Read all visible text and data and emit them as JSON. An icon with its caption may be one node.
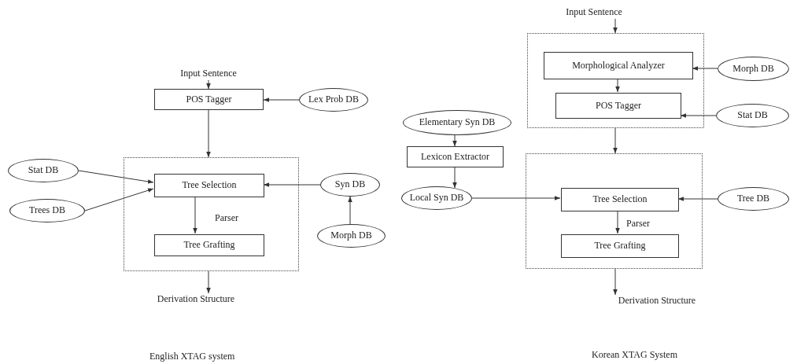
{
  "diagram": {
    "nodes": [
      {
        "text": [
          "Input Sentence"
        ]
      },
      {
        "text": [
          "POS Tagger"
        ]
      },
      {
        "text": [
          "Lex Prob DB"
        ]
      },
      {
        "text": [
          "Stat DB"
        ]
      },
      {
        "text": [
          "Parser"
        ]
      },
      {
        "text": [
          "Tree Selection"
        ],
        "in": 4
      },
      {
        "text": [
          "Syn DB"
        ]
      },
      {
        "text": [
          "Trees DB"
        ]
      },
      {
        "text": [
          "Morph DB"
        ]
      },
      {
        "text": [
          "Tree Grafting"
        ],
        "in": 4
      },
      {
        "text": [
          "Derivation Structure"
        ]
      },
      {
        "text": [
          "Input Sentence"
        ]
      },
      {
        "text": [],
        "shape": "box"
      },
      {
        "text": [
          "Morphological Analyzer"
        ],
        "in": 12
      },
      {
        "text": [
          "Morph DB"
        ]
      },
      {
        "text": [
          "Elementary Syn DB"
        ]
      },
      {
        "text": [
          "POS Tagger"
        ],
        "in": 12
      },
      {
        "text": [
          "Stat DB"
        ]
      },
      {
        "text": [
          "Lexicon Extractor"
        ]
      },
      {
        "text": [
          "Local Syn DB"
        ]
      },
      {
        "text": [
          "Parser"
        ]
      },
      {
        "text": [
          "Tree Selection"
        ],
        "in": 20
      },
      {
        "text": [
          "Tree DB"
        ]
      },
      {
        "text": [
          "Tree Grafting"
        ],
        "in": 20
      },
      {
        "text": [
          "Derivation Structure"
        ]
      }
    ],
    "edges": [
      {
        "from": 0,
        "to": 1,
        "arrow": "to"
      },
      {
        "from": 2,
        "to": 1,
        "arrow": "to"
      },
      {
        "from": 1,
        "to": 4,
        "arrow": "to"
      },
      {
        "from": 3,
        "to": 5,
        "arrow": "to"
      },
      {
        "from": 7,
        "to": 5,
        "arrow": "to"
      },
      {
        "from": 6,
        "to": 5,
        "arrow": "to"
      },
      {
        "from": 8,
        "to": 6,
        "arrow": "to"
      },
      {
        "from": 5,
        "to": 9,
        "arrow": "to"
      },
      {
        "from": 4,
        "to": 10,
        "arrow": "to"
      },
      {
        "from": 11,
        "to": 12,
        "arrow": "to"
      },
      {
        "from": 14,
        "to": 13,
        "arrow": "to"
      },
      {
        "from": 13,
        "to": 16,
        "arrow": "to"
      },
      {
        "from": 17,
        "to": 16,
        "arrow": "to"
      },
      {
        "from": 15,
        "to": 18,
        "arrow": "to"
      },
      {
        "from": 18,
        "to": 19,
        "arrow": "to"
      },
      {
        "from": 12,
        "to": 20,
        "arrow": "to"
      },
      {
        "from": 19,
        "to": 21,
        "arrow": "to"
      },
      {
        "from": 22,
        "to": 21,
        "arrow": "to"
      },
      {
        "from": 21,
        "to": 23,
        "arrow": "to"
      },
      {
        "from": 20,
        "to": 24,
        "arrow": "to"
      }
    ],
    "labels": [
      "English XTAG system",
      "Korean XTAG System"
    ]
  }
}
